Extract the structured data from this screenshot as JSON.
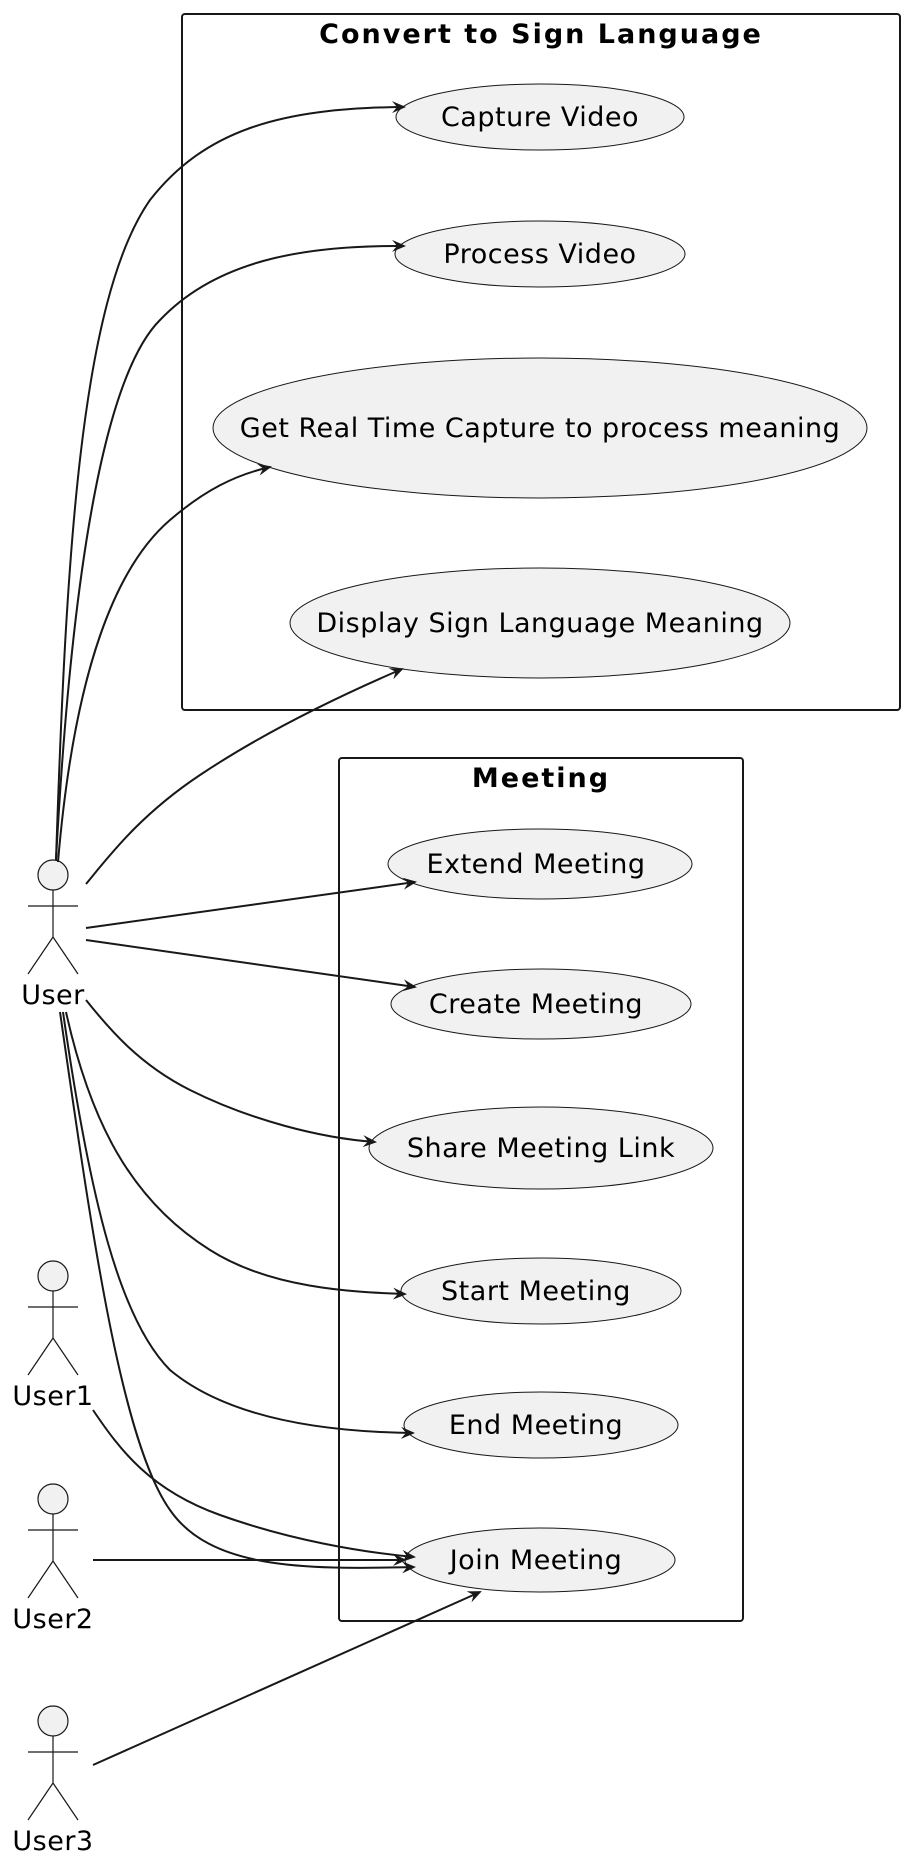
{
  "colors": {
    "usecase_fill": "#f1f1f1",
    "actor_fill": "#f1f1f1",
    "line": "#181818",
    "text": "#000000",
    "background": "#ffffff"
  },
  "packages": {
    "convert": {
      "title": "Convert to Sign Language"
    },
    "meeting": {
      "title": "Meeting"
    }
  },
  "usecases": {
    "capture_video": "Capture Video",
    "process_video": "Process Video",
    "real_time_capture": "Get Real Time Capture to process meaning",
    "display_meaning": "Display Sign Language Meaning",
    "extend_meeting": "Extend Meeting",
    "create_meeting": "Create Meeting",
    "share_link": "Share Meeting Link",
    "start_meeting": "Start Meeting",
    "end_meeting": "End Meeting",
    "join_meeting": "Join Meeting"
  },
  "actors": {
    "user": "User",
    "user1": "User1",
    "user2": "User2",
    "user3": "User3"
  },
  "relations": [
    {
      "from": "User",
      "to": "Capture Video"
    },
    {
      "from": "User",
      "to": "Process Video"
    },
    {
      "from": "User",
      "to": "Get Real Time Capture to process meaning"
    },
    {
      "from": "User",
      "to": "Display Sign Language Meaning"
    },
    {
      "from": "User",
      "to": "Extend Meeting"
    },
    {
      "from": "User",
      "to": "Create Meeting"
    },
    {
      "from": "User",
      "to": "Share Meeting Link"
    },
    {
      "from": "User",
      "to": "Start Meeting"
    },
    {
      "from": "User",
      "to": "End Meeting"
    },
    {
      "from": "User",
      "to": "Join Meeting"
    },
    {
      "from": "User1",
      "to": "Join Meeting"
    },
    {
      "from": "User2",
      "to": "Join Meeting"
    },
    {
      "from": "User3",
      "to": "Join Meeting"
    }
  ]
}
